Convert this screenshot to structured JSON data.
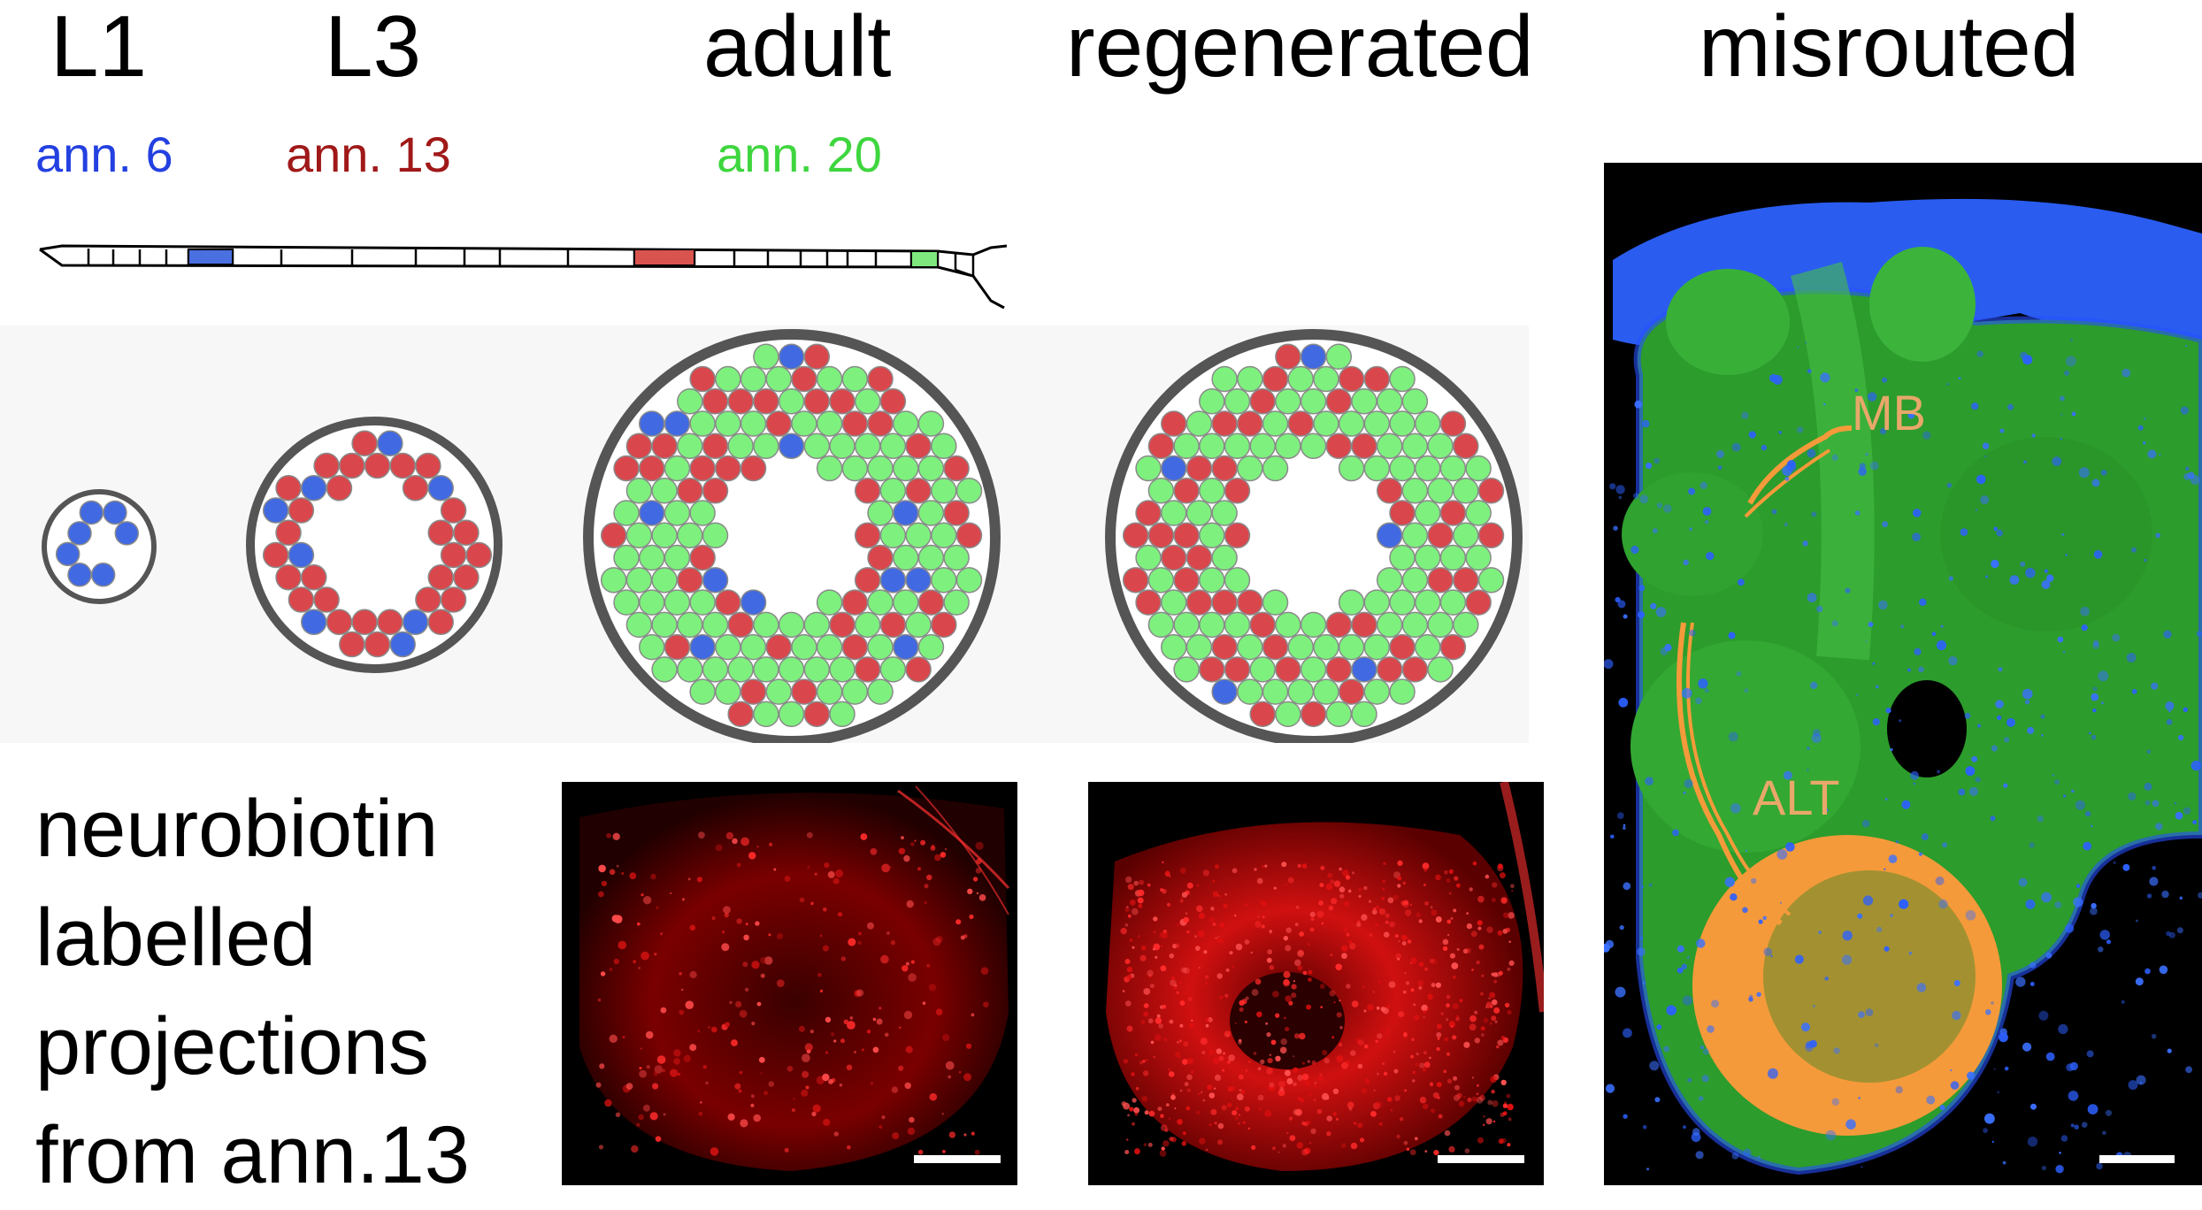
{
  "headers": {
    "l1": "L1",
    "l3": "L3",
    "adult": "adult",
    "regenerated": "regenerated",
    "misrouted": "misrouted"
  },
  "annuli": [
    {
      "text": "ann. 6",
      "color": "#2340e0"
    },
    {
      "text": "ann. 13",
      "color": "#a01818"
    },
    {
      "text": "ann. 20",
      "color": "#3ed63e"
    }
  ],
  "antenna": {
    "highlight_colors": {
      "blue": "#4a6fe0",
      "red": "#d9534f",
      "green": "#7ee87e"
    }
  },
  "colors": {
    "blue": "#4169e1",
    "red": "#d9474c",
    "green": "#7ef07e",
    "ring": "#555555",
    "orange": "#f59a3a"
  },
  "caption": {
    "line1": "neurobiotin",
    "line2": "labelled",
    "line3": "projections",
    "line4": "from ann.13"
  },
  "micrograph": {
    "label_mb": "MB",
    "label_alt": "ALT",
    "label_color": "#e8a86a"
  }
}
